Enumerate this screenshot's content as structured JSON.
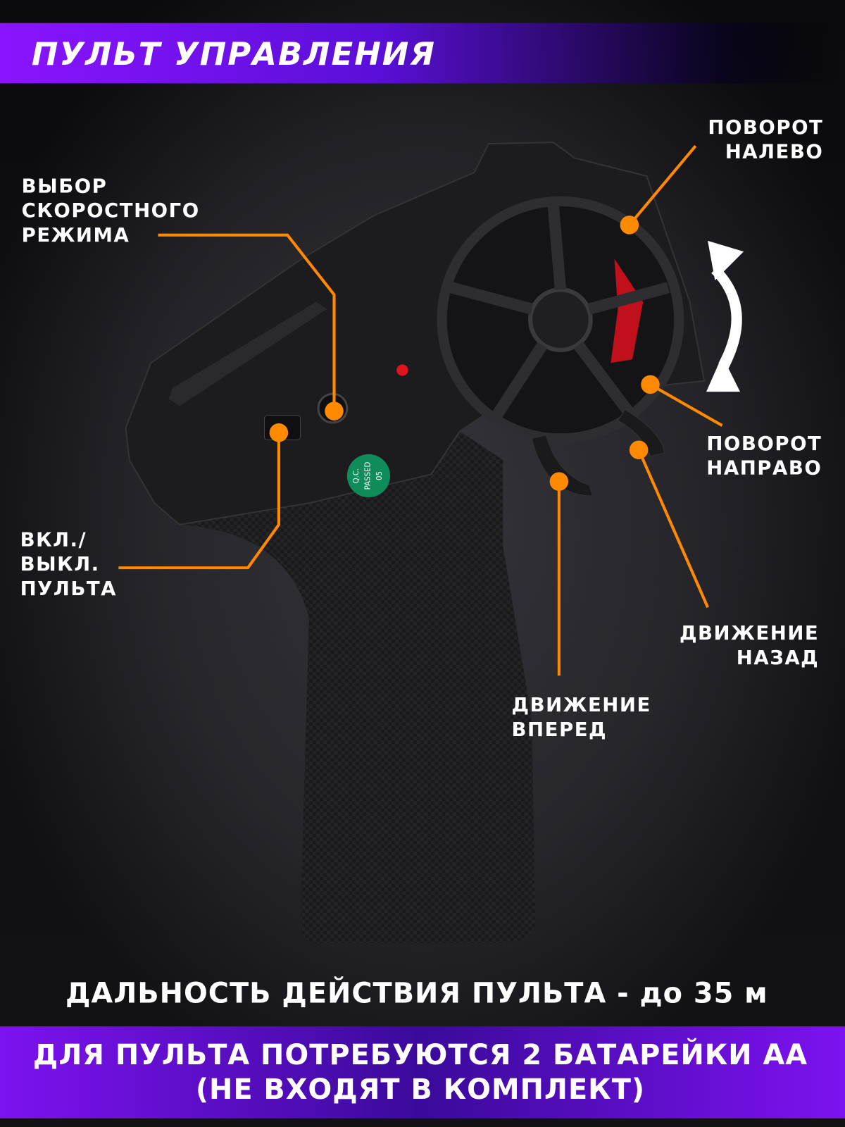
{
  "header": {
    "title": "ПУЛЬТ УПРАВЛЕНИЯ"
  },
  "callouts": {
    "speed_mode": [
      "ВЫБОР",
      "СКОРОСТНОГО",
      "РЕЖИМА"
    ],
    "power": [
      "ВКЛ./",
      "ВЫКЛ.",
      "ПУЛЬТА"
    ],
    "turn_left": [
      "ПОВОРОТ",
      "НАЛЕВО"
    ],
    "turn_right": [
      "ПОВОРОТ",
      "НАПРАВО"
    ],
    "reverse": [
      "ДВИЖЕНИЕ",
      "НАЗАД"
    ],
    "forward": [
      "ДВИЖЕНИЕ",
      "ВПЕРЕД"
    ]
  },
  "sticker": [
    "Q.C.",
    "PASSED",
    "05"
  ],
  "range_text": "ДАЛЬНОСТЬ ДЕЙСТВИЯ ПУЛЬТА - до 35 м",
  "footer": {
    "line1": "ДЛЯ ПУЛЬТА ПОТРЕБУЮТСЯ 2 БАТАРЕЙКИ АА",
    "line2": "(НЕ ВХОДЯТ В КОМПЛЕКТ)"
  },
  "colors": {
    "accent": "#ff8a00",
    "banner": "#8a14ff"
  }
}
